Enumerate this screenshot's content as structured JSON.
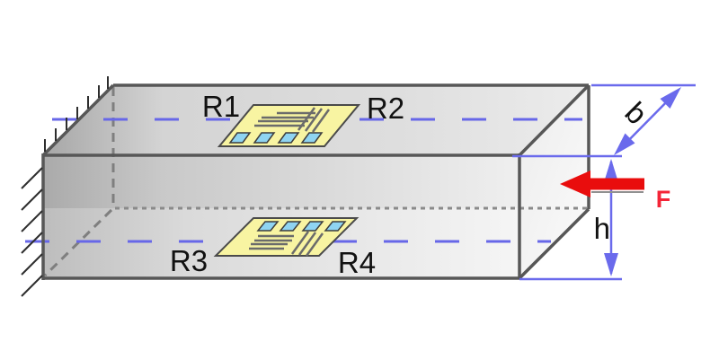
{
  "figure": {
    "gauges": {
      "top": {
        "left_label": "R1",
        "right_label": "R2"
      },
      "bottom": {
        "left_label": "R3",
        "right_label": "R4"
      }
    },
    "dimensions": {
      "depth_label": "b",
      "height_label": "h"
    },
    "force": {
      "label": "F"
    },
    "colors": {
      "edge_gray": "#575757",
      "hidden_edge_gray": "#7f7f7f",
      "centerline_blue": "#6767e8",
      "dimension_blue": "#6a6aec",
      "force_red": "#e90d0d",
      "force_label_red": "#f42537",
      "gauge_yellow": "#f8f4a2",
      "gauge_outline": "#4a4a4a",
      "pad_blue": "#8fd4f2",
      "gauge_grid_gray": "#6b6b6b",
      "hatch_dark": "#2e2e2e",
      "label_black": "#111111"
    }
  }
}
